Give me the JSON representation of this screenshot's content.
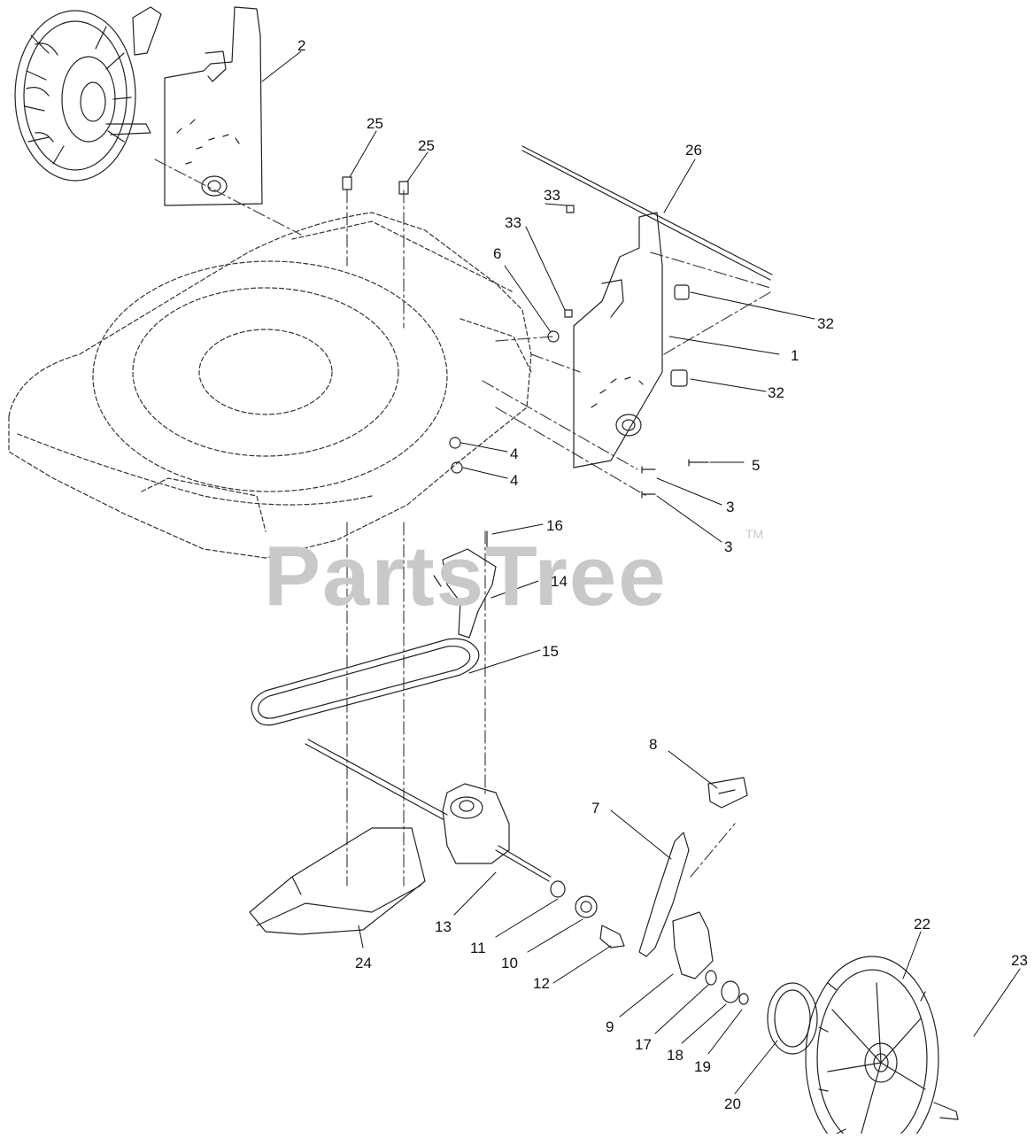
{
  "watermark": {
    "text": "PartsTree",
    "trademark": "TM"
  },
  "callouts": [
    {
      "id": "2",
      "label": "2"
    },
    {
      "id": "25a",
      "label": "25"
    },
    {
      "id": "25b",
      "label": "25"
    },
    {
      "id": "26",
      "label": "26"
    },
    {
      "id": "33a",
      "label": "33"
    },
    {
      "id": "33b",
      "label": "33"
    },
    {
      "id": "6",
      "label": "6"
    },
    {
      "id": "32a",
      "label": "32"
    },
    {
      "id": "1",
      "label": "1"
    },
    {
      "id": "32b",
      "label": "32"
    },
    {
      "id": "4a",
      "label": "4"
    },
    {
      "id": "4b",
      "label": "4"
    },
    {
      "id": "5",
      "label": "5"
    },
    {
      "id": "3a",
      "label": "3"
    },
    {
      "id": "3b",
      "label": "3"
    },
    {
      "id": "16",
      "label": "16"
    },
    {
      "id": "14",
      "label": "14"
    },
    {
      "id": "15",
      "label": "15"
    },
    {
      "id": "8",
      "label": "8"
    },
    {
      "id": "7",
      "label": "7"
    },
    {
      "id": "13",
      "label": "13"
    },
    {
      "id": "11",
      "label": "11"
    },
    {
      "id": "10",
      "label": "10"
    },
    {
      "id": "12",
      "label": "12"
    },
    {
      "id": "24",
      "label": "24"
    },
    {
      "id": "22",
      "label": "22"
    },
    {
      "id": "9",
      "label": "9"
    },
    {
      "id": "17",
      "label": "17"
    },
    {
      "id": "18",
      "label": "18"
    },
    {
      "id": "19",
      "label": "19"
    },
    {
      "id": "20",
      "label": "20"
    },
    {
      "id": "23",
      "label": "23"
    }
  ]
}
